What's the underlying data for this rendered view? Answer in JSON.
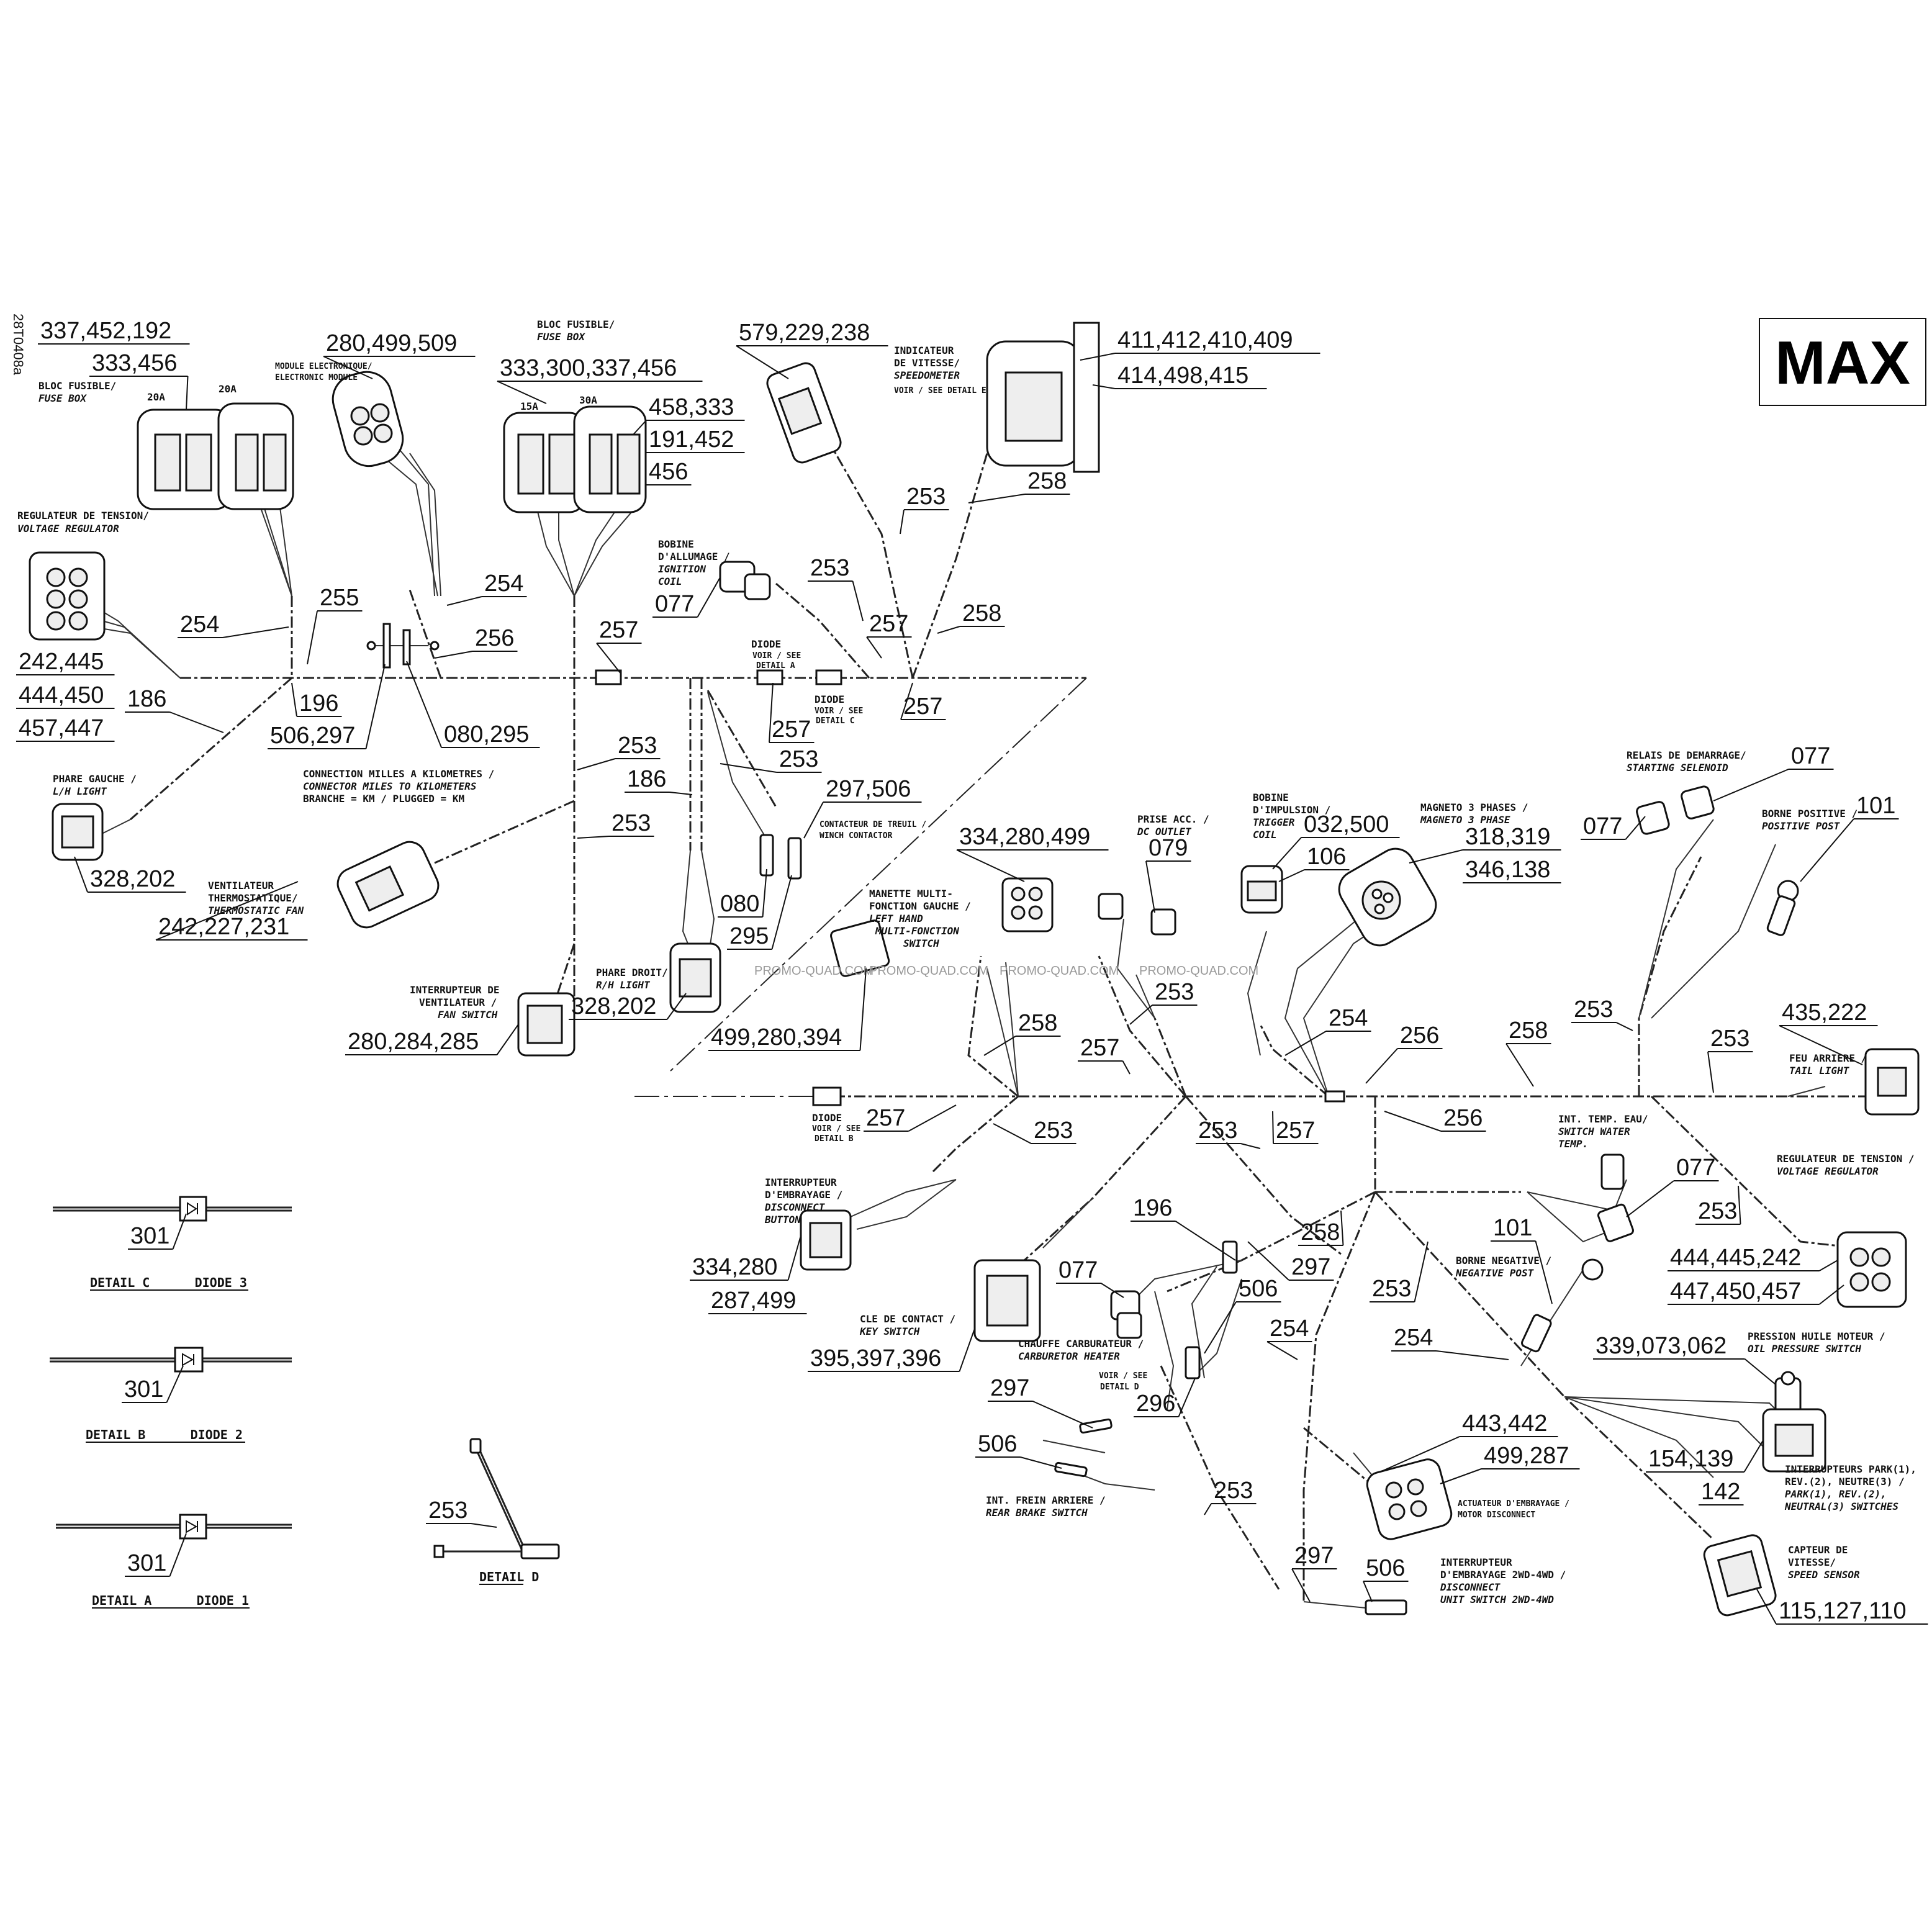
{
  "drawing_ref": "28T0408a",
  "model_box": "MAX",
  "watermark": "PROMO-QUAD.COM",
  "numbers": {
    "n_337_452_192": "337,452,192",
    "n_333_456_a": "333,456",
    "n_280_499_509": "280,499,509",
    "n_333_300_337_456": "333,300,337,456",
    "n_458_333": "458,333",
    "n_191_452": "191,452",
    "n_456": "456",
    "n_579_229_238": "579,229,238",
    "n_411_412_410_409": "411,412,410,409",
    "n_414_498_415": "414,498,415",
    "n_253_a": "253",
    "n_258_a": "258",
    "n_253_b": "253",
    "n_077_a": "077",
    "n_257_a": "257",
    "n_258_b": "258",
    "n_254_a": "254",
    "n_255": "255",
    "n_254_b": "254",
    "n_256_a": "256",
    "n_257_b": "257",
    "n_242_445": "242,445",
    "n_444_450": "444,450",
    "n_457_447": "457,447",
    "n_186_a": "186",
    "n_196_a": "196",
    "n_506_297": "506,297",
    "n_080_295_a": "080,295",
    "n_257_c": "257",
    "n_257_d": "257",
    "n_253_c": "253",
    "n_186_b": "186",
    "n_253_d": "253",
    "n_297_506": "297,506",
    "n_253_e": "253",
    "n_328_202_a": "328,202",
    "n_242_227_231": "242,227,231",
    "n_080": "080",
    "n_295": "295",
    "n_328_202_b": "328,202",
    "n_280_284_285": "280,284,285",
    "n_077_b": "077",
    "n_101_a": "101",
    "n_079": "079",
    "n_032_500": "032,500",
    "n_106": "106",
    "n_318_319": "318,319",
    "n_346_138": "346,138",
    "n_077_c": "077",
    "n_334_280_499": "334,280,499",
    "n_499_280_394": "499,280,394",
    "n_258_c": "258",
    "n_253_f": "253",
    "n_257_e": "257",
    "n_254_c": "254",
    "n_256_b": "256",
    "n_258_d": "258",
    "n_253_g": "253",
    "n_435_222": "435,222",
    "n_253_h": "253",
    "n_257_f": "257",
    "n_253_i": "253",
    "n_253_j": "253",
    "n_257_g": "257",
    "n_256_c": "256",
    "n_077_d": "077",
    "n_253_k": "253",
    "n_334_280": "334,280",
    "n_287_499": "287,499",
    "n_196_b": "196",
    "n_258_e": "258",
    "n_297_a": "297",
    "n_101_b": "101",
    "n_444_445_242": "444,445,242",
    "n_447_450_457": "447,450,457",
    "n_077_e": "077",
    "n_506_a": "506",
    "n_253_l": "253",
    "n_395_397_396": "395,397,396",
    "n_254_d": "254",
    "n_254_e": "254",
    "n_339_073_062": "339,073,062",
    "n_297_b": "297",
    "n_296": "296",
    "n_506_b": "506",
    "n_443_442": "443,442",
    "n_499_287": "499,287",
    "n_154_139": "154,139",
    "n_142": "142",
    "n_253_m": "253",
    "n_297_c": "297",
    "n_506_c": "506",
    "n_115_127_110": "115,127,110",
    "n_301_c": "301",
    "n_301_b": "301",
    "n_301_a": "301",
    "n_253_n": "253"
  },
  "captions": {
    "fuse_box_l_fr": "BLOC FUSIBLE/",
    "fuse_box_l_en": "FUSE BOX",
    "amp_20a_1": "20A",
    "amp_20a_2": "20A",
    "elec_module_fr": "MODULE ELECTRONIQUE/",
    "elec_module_en": "ELECTRONIC MODULE",
    "fuse_box_c_fr": "BLOC FUSIBLE/",
    "fuse_box_c_en": "FUSE BOX",
    "amp_15a": "15A",
    "amp_30a": "30A",
    "speedo_fr1": "INDICATEUR",
    "speedo_fr2": "DE VITESSE/",
    "speedo_en": "SPEEDOMETER",
    "speedo_see": "VOIR / SEE DETAIL E",
    "volt_reg_l_fr": "REGULATEUR DE TENSION/",
    "volt_reg_l_en": "VOLTAGE REGULATOR",
    "ign_coil_fr1": "BOBINE",
    "ign_coil_fr2": "D'ALLUMAGE /",
    "ign_coil_en1": "IGNITION",
    "ign_coil_en2": "COIL",
    "diode_a_1": "DIODE",
    "diode_a_2": "VOIR / SEE",
    "diode_a_3": "DETAIL A",
    "diode_c_1": "DIODE",
    "diode_c_2": "VOIR / SEE",
    "diode_c_3": "DETAIL C",
    "lh_light_fr": "PHARE GAUCHE /",
    "lh_light_en": "L/H LIGHT",
    "miles_km_1": "CONNECTION MILLES A KILOMETRES /",
    "miles_km_2": "CONNECTOR MILES TO KILOMETERS",
    "miles_km_3": "BRANCHE = KM / PLUGGED = KM",
    "winch_fr": "CONTACTEUR DE TREUIL /",
    "winch_en": "WINCH CONTACTOR",
    "fan_fr1": "VENTILATEUR",
    "fan_fr2": "THERMOSTATIQUE/",
    "fan_en": "THERMOSTATIC FAN",
    "rh_light_fr": "PHARE DROIT/",
    "rh_light_en": "R/H LIGHT",
    "fan_sw_fr1": "INTERRUPTEUR DE",
    "fan_sw_fr2": "VENTILATEUR /",
    "fan_sw_en": "FAN SWITCH",
    "relay_fr": "RELAIS DE DEMARRAGE/",
    "relay_en": "STARTING SELENOID",
    "pos_post_fr": "BORNE POSITIVE /",
    "pos_post_en": "POSITIVE POST",
    "dc_outlet_fr": "PRISE ACC. /",
    "dc_outlet_en": "DC OUTLET",
    "trigger_fr1": "BOBINE",
    "trigger_fr2": "D'IMPULSION /",
    "trigger_en1": "TRIGGER",
    "trigger_en2": "COIL",
    "magneto_fr": "MAGNETO 3 PHASES /",
    "magneto_en": "MAGNETO 3 PHASE",
    "lh_multi_fr1": "MANETTE MULTI-",
    "lh_multi_fr2": "FONCTION GAUCHE /",
    "lh_multi_en1": "LEFT HAND",
    "lh_multi_en2": "MULTI-FONCTION",
    "lh_multi_en3": "SWITCH",
    "tail_fr": "FEU ARRIERE /",
    "tail_en": "TAIL LIGHT",
    "diode_b_1": "DIODE",
    "diode_b_2": "VOIR / SEE",
    "diode_b_3": "DETAIL B",
    "water_fr": "INT. TEMP. EAU/",
    "water_en1": "SWITCH WATER",
    "water_en2": "TEMP.",
    "volt_reg_r_fr": "REGULATEUR DE TENSION /",
    "volt_reg_r_en": "VOLTAGE REGULATOR",
    "disc_btn_fr1": "INTERRUPTEUR",
    "disc_btn_fr2": "D'EMBRAYAGE /",
    "disc_btn_en1": "DISCONNECT",
    "disc_btn_en2": "BUTTON",
    "neg_post_fr": "BORNE NEGATIVE /",
    "neg_post_en": "NEGATIVE POST",
    "key_fr": "CLE DE CONTACT /",
    "key_en": "KEY SWITCH",
    "carb_fr": "CHAUFFE  CARBURATEUR /",
    "carb_en": "CARBURETOR HEATER",
    "carb_see1": "VOIR / SEE",
    "carb_see2": "DETAIL D",
    "oil_fr": "PRESSION HUILE MOTEUR /",
    "oil_en": "OIL PRESSURE SWITCH",
    "park_1": "INTERRUPTEURS PARK(1),",
    "park_2": "REV.(2), NEUTRE(3) /",
    "park_3": "PARK(1), REV.(2),",
    "park_4": "NEUTRAL(3) SWITCHES",
    "brake_fr": "INT. FREIN ARRIERE /",
    "brake_en": "REAR BRAKE SWITCH",
    "motor_disc_fr": "ACTUATEUR D'EMBRAYAGE /",
    "motor_disc_en": "MOTOR DISCONNECT",
    "disc_2wd_fr1": "INTERRUPTEUR",
    "disc_2wd_fr2": "D'EMBRAYAGE 2WD-4WD /",
    "disc_2wd_en1": "DISCONNECT",
    "disc_2wd_en2": "UNIT SWITCH 2WD-4WD",
    "speed_fr1": "CAPTEUR DE",
    "speed_fr2": "VITESSE/",
    "speed_en": "SPEED SENSOR",
    "detail_c": "DETAIL C      DIODE 3",
    "detail_b": "DETAIL B      DIODE 2",
    "detail_a": "DETAIL A      DIODE 1",
    "detail_d": "DETAIL D"
  }
}
